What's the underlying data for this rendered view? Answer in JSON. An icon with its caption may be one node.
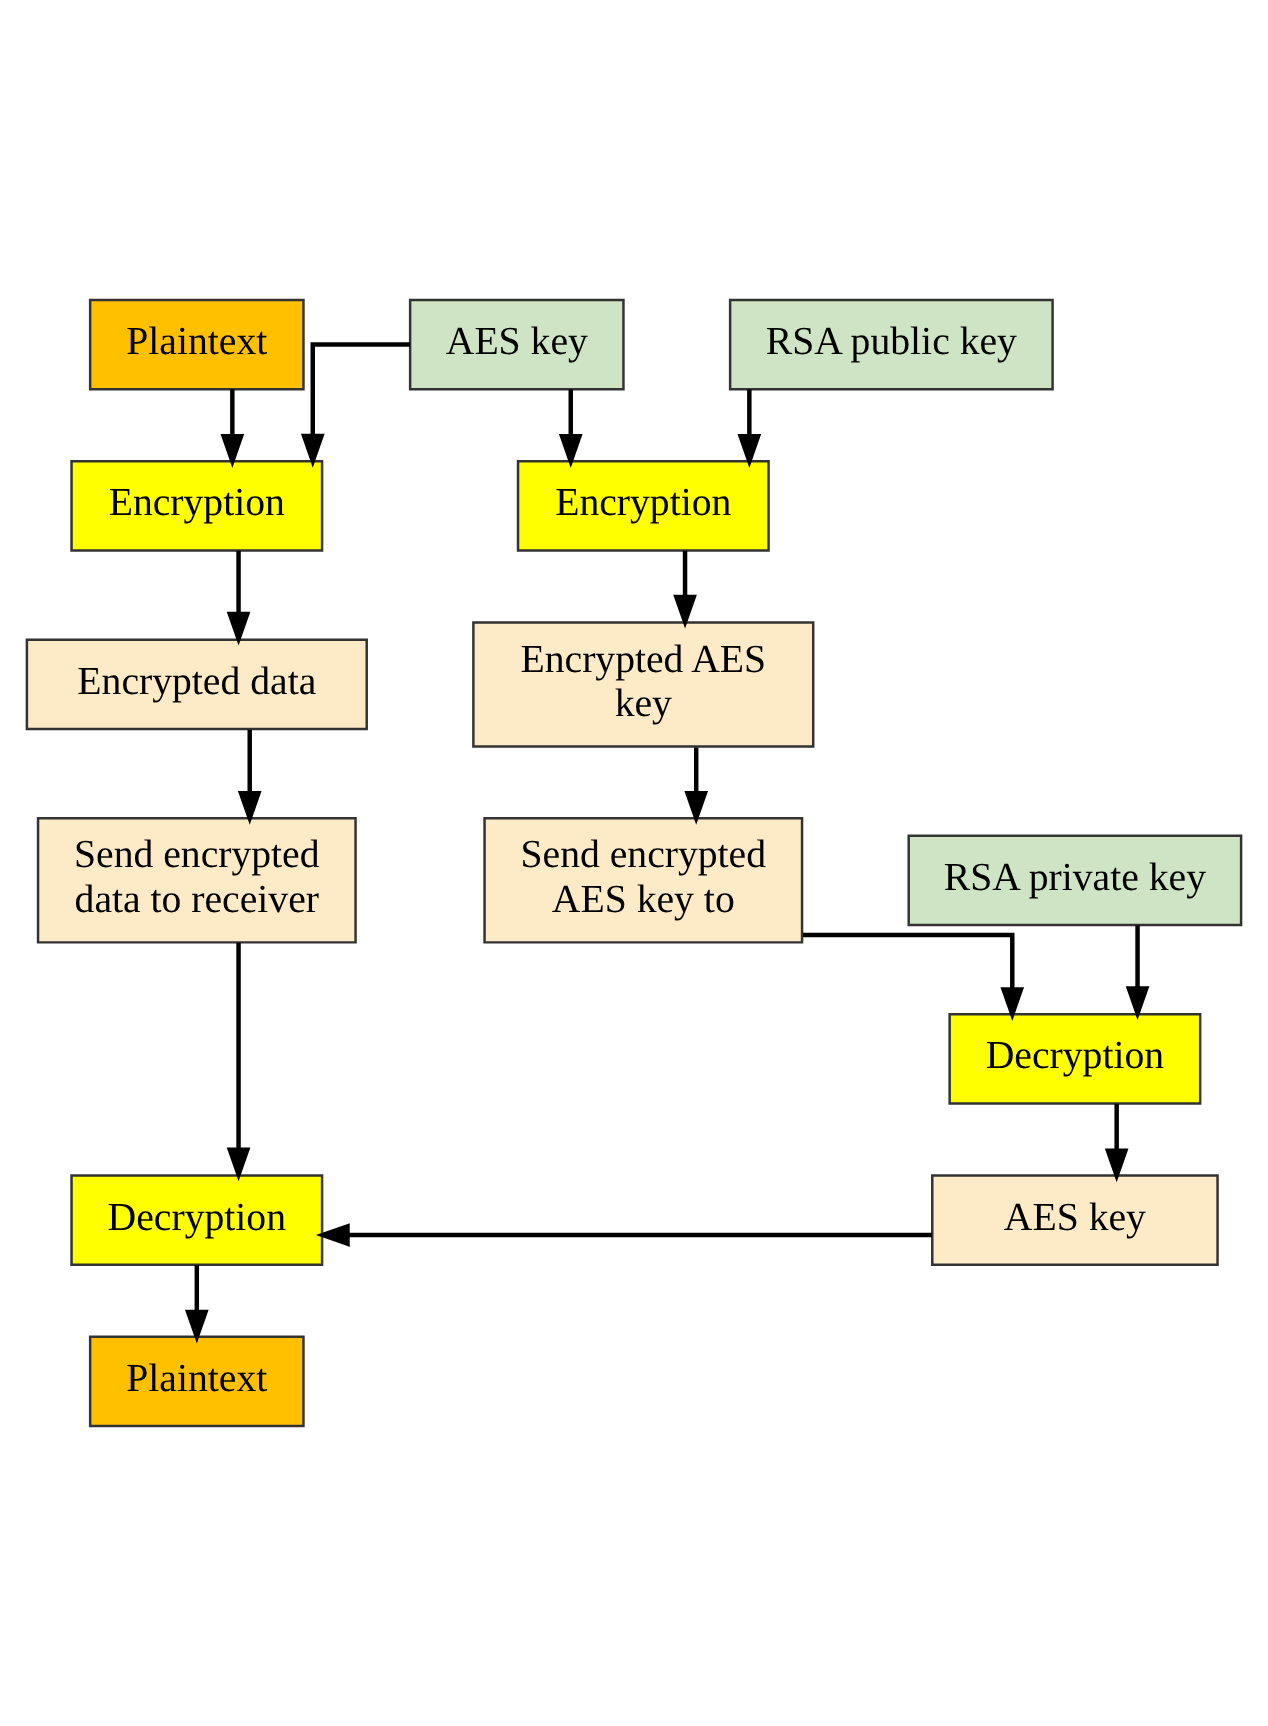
{
  "diagram": {
    "nodes": [
      {
        "text": [
          "Plaintext"
        ]
      },
      {
        "text": [
          "AES key"
        ]
      },
      {
        "text": [
          "RSA public key"
        ]
      },
      {
        "text": [
          "Encryption"
        ]
      },
      {
        "text": [
          "Encryption"
        ]
      },
      {
        "text": [
          "Encrypted data"
        ]
      },
      {
        "text": [
          "Encrypted AES key"
        ]
      },
      {
        "text": [
          "Send encrypted data to receiver"
        ]
      },
      {
        "text": [
          "Send encrypted AES key to"
        ]
      },
      {
        "text": [
          "RSA private key"
        ]
      },
      {
        "text": [
          "Decryption"
        ]
      },
      {
        "text": [
          "Decryption"
        ]
      },
      {
        "text": [
          "AES key"
        ]
      },
      {
        "text": [
          "Plaintext"
        ]
      }
    ],
    "edges": [
      {
        "from": 0,
        "to": 3,
        "arrow": "to"
      },
      {
        "from": 1,
        "to": 3,
        "arrow": "to"
      },
      {
        "from": 1,
        "to": 4,
        "arrow": "to"
      },
      {
        "from": 2,
        "to": 4,
        "arrow": "to"
      },
      {
        "from": 3,
        "to": 5,
        "arrow": "to"
      },
      {
        "from": 4,
        "to": 6,
        "arrow": "to"
      },
      {
        "from": 5,
        "to": 7,
        "arrow": "to"
      },
      {
        "from": 6,
        "to": 8,
        "arrow": "to"
      },
      {
        "from": 8,
        "to": 10,
        "arrow": "to"
      },
      {
        "from": 9,
        "to": 10,
        "arrow": "to"
      },
      {
        "from": 10,
        "to": 12,
        "arrow": "to"
      },
      {
        "from": 7,
        "to": 11,
        "arrow": "to"
      },
      {
        "from": 12,
        "to": 11,
        "arrow": "to"
      },
      {
        "from": 11,
        "to": 13,
        "arrow": "to"
      }
    ]
  }
}
